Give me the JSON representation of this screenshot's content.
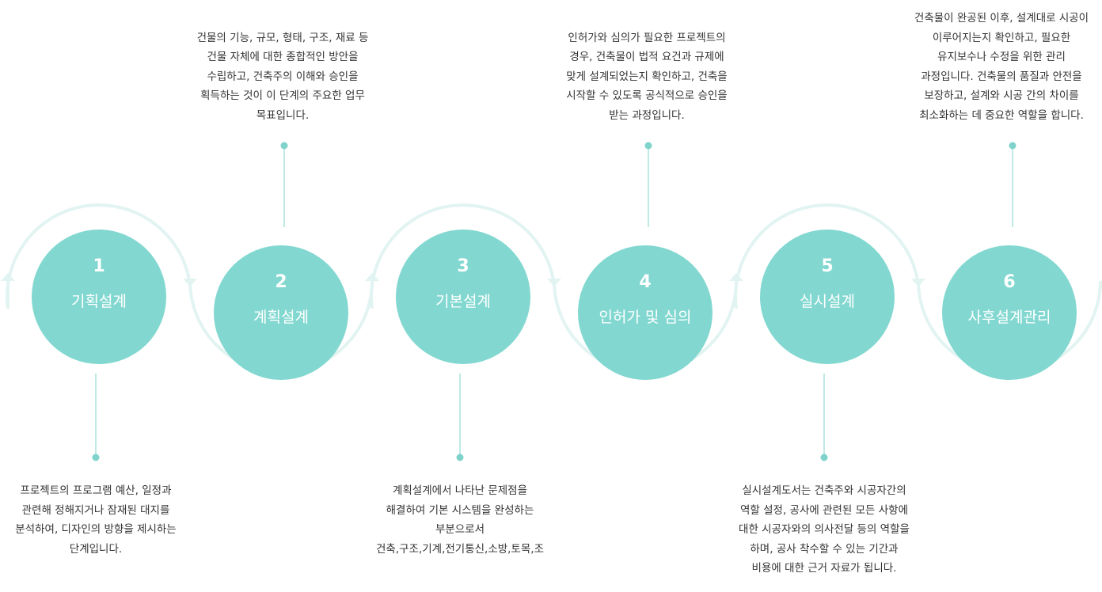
{
  "colors": {
    "circle_fill": "#82d8d0",
    "track": "#e2f4f2",
    "connector": "#7fd3cb",
    "text": "#333333"
  },
  "steps": [
    {
      "number": "1",
      "title": "기획설계",
      "description": [
        "프로젝트의 프로그램 예산, 일정과",
        "관련해 정해지거나 잠재된 대지를",
        "분석하여, 디자인의 방향을 제시하는",
        "단계입니다."
      ]
    },
    {
      "number": "2",
      "title": "계획설계",
      "description": [
        "건물의 기능, 규모, 형태, 구조, 재료 등",
        "건물 자체에 대한 종합적인 방안을",
        "수립하고, 건축주의 이해와 승인을",
        "획득하는 것이 이 단계의 주요한 업무",
        "목표입니다."
      ]
    },
    {
      "number": "3",
      "title": "기본설계",
      "description": [
        "계획설계에서 나타난 문제점을",
        "해결하여 기본 시스템을 완성하는",
        "부분으로서",
        "건축,구조,기계,전기통신,소방,토목,조"
      ]
    },
    {
      "number": "4",
      "title": "인허가 및 심의",
      "description": [
        "인허가와 심의가 필요한 프로젝트의",
        "경우, 건축물이 법적 요건과 규제에",
        "맞게 설계되었는지 확인하고, 건축을",
        "시작할 수 있도록 공식적으로 승인을",
        "받는 과정입니다."
      ]
    },
    {
      "number": "5",
      "title": "실시설계",
      "description": [
        "실시설계도서는 건축주와 시공자간의",
        "역할 설정, 공사에 관련된 모든 사항에",
        "대한 시공자와의 의사전달 등의 역할을",
        "하며, 공사 착수할 수 있는 기간과",
        "비용에 대한 근거 자료가 됩니다."
      ]
    },
    {
      "number": "6",
      "title": "사후설계관리",
      "description": [
        "건축물이 완공된 이후, 설계대로 시공이",
        "이루어지는지 확인하고, 필요한",
        "유지보수나 수정을 위한 관리",
        "과정입니다. 건축물의 품질과 안전을",
        "보장하고, 설계와 시공 간의 차이를",
        "최소화하는 데 중요한 역할을 합니다."
      ]
    }
  ]
}
